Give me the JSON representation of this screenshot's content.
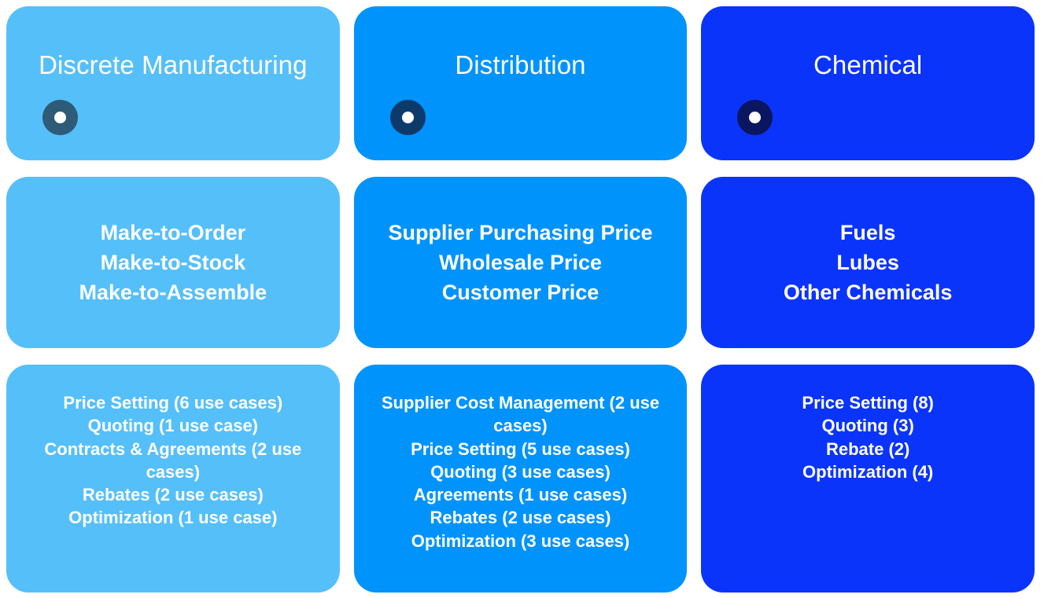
{
  "columns": [
    {
      "id": "discrete-manufacturing",
      "title": "Discrete Manufacturing",
      "color": "#55bffa",
      "badge_color": "#2d5b78",
      "badge_icon": "filled-circle-marker-icon",
      "categories": [
        "Make-to-Order",
        "Make-to-Stock",
        "Make-to-Assemble"
      ],
      "use_cases": [
        "Price Setting (6 use cases)",
        "Quoting (1 use case)",
        "Contracts & Agreements (2 use cases)",
        "Rebates (2 use cases)",
        "Optimization (1 use case)"
      ]
    },
    {
      "id": "distribution",
      "title": "Distribution",
      "color": "#0093fc",
      "badge_color": "#0c3b6b",
      "badge_icon": "filled-circle-marker-icon",
      "categories": [
        "Supplier Purchasing Price",
        "Wholesale Price",
        "Customer Price"
      ],
      "use_cases": [
        "Supplier Cost Management (2 use cases)",
        "Price Setting (5 use cases)",
        "Quoting (3 use cases)",
        "Agreements (1 use cases)",
        "Rebates (2 use cases)",
        "Optimization (3 use cases)"
      ]
    },
    {
      "id": "chemical",
      "title": "Chemical",
      "color": "#0b34fb",
      "badge_color": "#0b1661",
      "badge_icon": "filled-circle-marker-icon",
      "categories": [
        "Fuels",
        "Lubes",
        "Other Chemicals"
      ],
      "use_cases": [
        "Price Setting (8)",
        "Quoting (3)",
        "Rebate (2)",
        "Optimization (4)"
      ]
    }
  ]
}
